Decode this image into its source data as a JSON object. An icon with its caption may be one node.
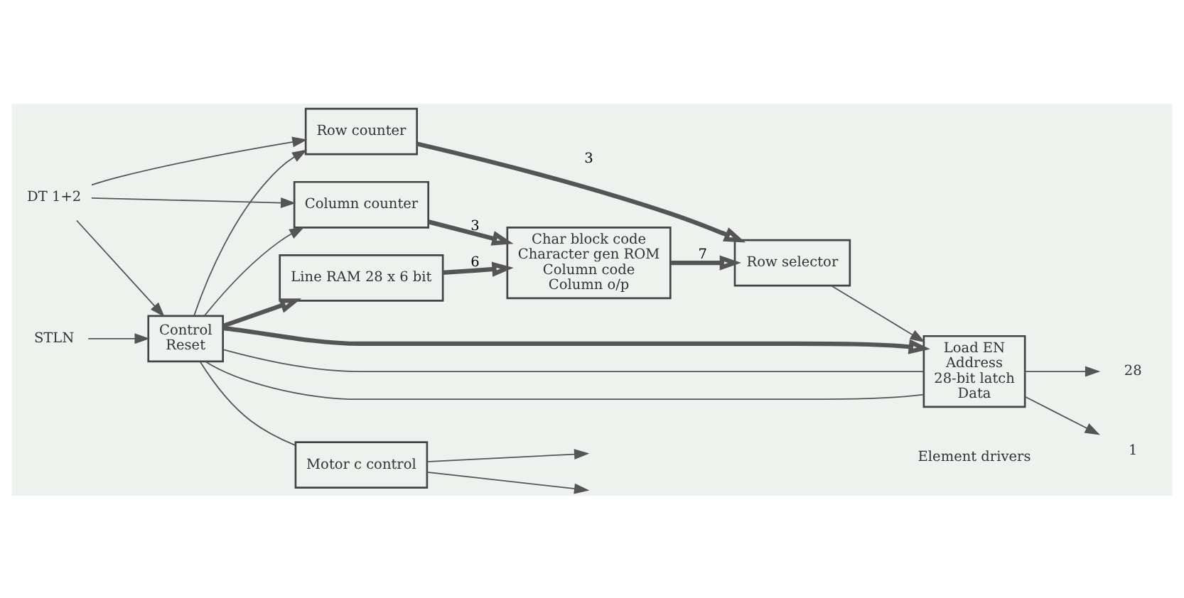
{
  "diagram": {
    "nodes": [
      {
        "text": [
          "DT 1+2"
        ]
      },
      {
        "text": [
          "STLN"
        ]
      },
      {
        "text": [
          "Control",
          "Reset"
        ]
      },
      {
        "text": [
          "Motor c control"
        ]
      },
      {
        "text": [
          "Line RAM 28 x 6 bit"
        ]
      },
      {
        "text": [
          "Char block code",
          "Character gen ROM",
          "Column code",
          "Column o/p"
        ]
      },
      {
        "text": [
          "Load EN",
          "Address",
          "28-bit latch",
          "Data"
        ]
      },
      {
        "text": [
          "Column counter"
        ]
      },
      {
        "text": [
          "Row counter"
        ]
      },
      {
        "text": [
          "Row selector"
        ]
      },
      {
        "text": [
          "1"
        ]
      },
      {
        "text": [
          "28"
        ]
      }
    ],
    "edges": [
      {
        "from": 0,
        "to": 2,
        "arrow": "to"
      },
      {
        "from": 1,
        "to": 2,
        "arrow": "to"
      },
      {
        "from": 2,
        "to": 3,
        "arrow": "none"
      },
      {
        "from": 2,
        "to": 6,
        "arrow": "none"
      },
      {
        "from": 2,
        "to": 6,
        "arrow": "none"
      },
      {
        "from": 2,
        "to": 4,
        "arrow": "to",
        "style": "thick"
      },
      {
        "from": 2,
        "to": 6,
        "arrow": "to",
        "style": "thick"
      },
      {
        "from": 3,
        "to": null,
        "arrow": "to"
      },
      {
        "from": 3,
        "to": null,
        "arrow": "to"
      },
      {
        "from": 4,
        "to": 5,
        "arrow": "to",
        "label": "6",
        "style": "thick"
      },
      {
        "from": 2,
        "to": 7,
        "arrow": "to"
      },
      {
        "from": 0,
        "to": 7,
        "arrow": "to"
      },
      {
        "from": 7,
        "to": 5,
        "arrow": "to",
        "label": "3",
        "style": "thick"
      },
      {
        "from": 5,
        "to": 9,
        "arrow": "to",
        "label": "7",
        "style": "thick"
      },
      {
        "from": 2,
        "to": 8,
        "arrow": "to"
      },
      {
        "from": 0,
        "to": 8,
        "arrow": "to"
      },
      {
        "from": 8,
        "to": 9,
        "arrow": "to",
        "label": "3",
        "style": "thick"
      },
      {
        "from": 9,
        "to": 6,
        "arrow": "to"
      },
      {
        "from": 6,
        "to": 10,
        "arrow": "to"
      },
      {
        "from": 6,
        "to": 11,
        "arrow": "to"
      }
    ],
    "labels": [
      "Element drivers"
    ]
  }
}
